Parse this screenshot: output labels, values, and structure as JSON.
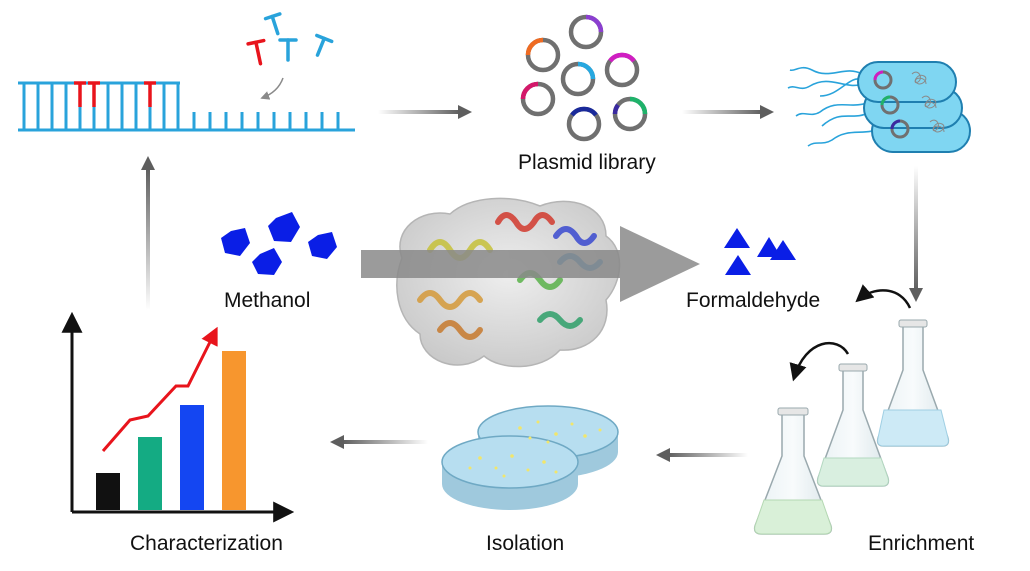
{
  "labels": {
    "plasmid_library": "Plasmid library",
    "methanol": "Methanol",
    "formaldehyde": "Formaldehyde",
    "enrichment": "Enrichment",
    "isolation": "Isolation",
    "characterization": "Characterization"
  },
  "colors": {
    "dna": "#29a3db",
    "dna_mutation": "#e8141c",
    "flow_arrow": "#6e6e6e",
    "hexagon": "#0a1ee6",
    "plasmid_ring": "#707070",
    "bacterium_fill": "#7fd6f2",
    "bacterium_stroke": "#1f7fb0",
    "flask_liquid_blue": "#cdeaf6",
    "flask_liquid_green": "#d9f0d8",
    "petri_fill": "#b7def0",
    "colony": "#f2e66a",
    "trend_arrow": "#e8141c"
  },
  "plasmid_inserts": [
    "orange",
    "blue",
    "magenta",
    "cyan",
    "navy",
    "green",
    "indigo"
  ],
  "bar_colors": [
    "#111111",
    "#14ab83",
    "#1446f2",
    "#f7962e"
  ],
  "icons": {
    "dna": "dna-helix-icon",
    "nucleotide": "t-nucleotide-icon",
    "plasmid": "plasmid-ring-icon",
    "bacteria": "bacteria-cell-icon",
    "protein": "enzyme-structure-icon",
    "methanol": "hexagon-molecule-icon",
    "formaldehyde": "triangle-molecule-icon",
    "flask": "erlenmeyer-flask-icon",
    "petri": "petri-dish-icon",
    "chart": "bar-chart-icon"
  }
}
